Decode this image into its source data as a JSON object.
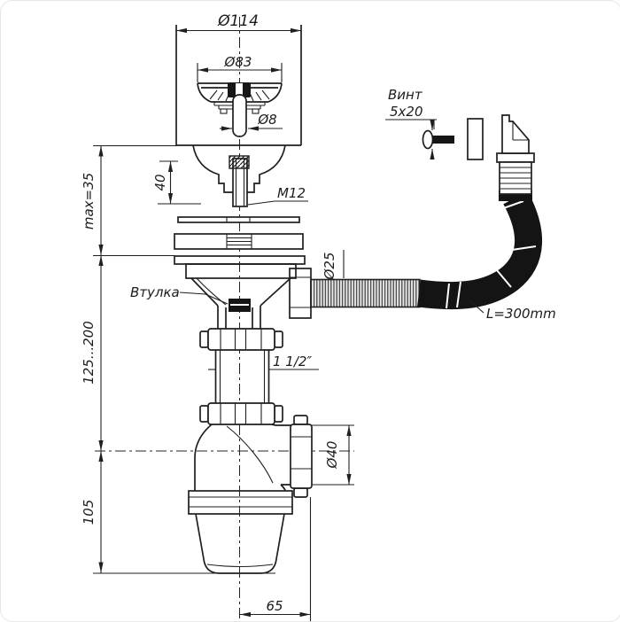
{
  "drawing": {
    "kind": "sink-siphon-with-overflow-technical-drawing",
    "colors": {
      "line": "#1f1f1f",
      "hose": "#141414",
      "pipe_fill": "#e9e9e9",
      "background": "#ffffff"
    },
    "labels": {
      "dia_114": "Ø114",
      "dia_83": "Ø83",
      "dia_8": "Ø8",
      "len_40": "40",
      "thread_m12": "M12",
      "max_35": "max=35",
      "screw_title": "Винт",
      "screw_size": "5x20",
      "bushing": "Втулка",
      "dia_25": "Ø25",
      "hose_length": "L=300mm",
      "range_125_200": "125...200",
      "thread_1_5": "1 1/2″",
      "dia_40": "Ø40",
      "h_105": "105",
      "off_65": "65"
    }
  }
}
